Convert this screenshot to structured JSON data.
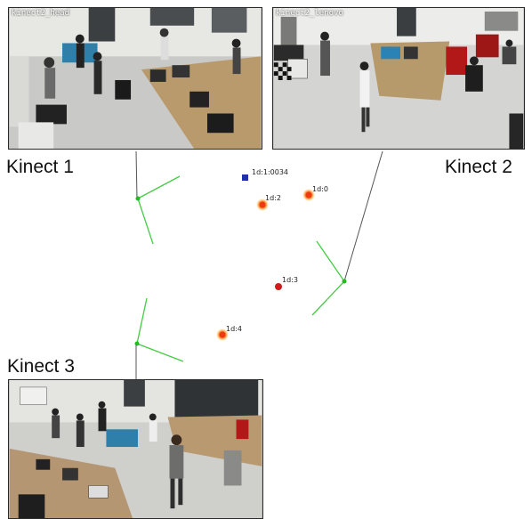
{
  "cameras": [
    {
      "id": "cam1",
      "title": "kinect2_head",
      "caption": "Kinect 1"
    },
    {
      "id": "cam2",
      "title": "kinect2_lenovo",
      "caption": "Kinect 2"
    },
    {
      "id": "cam3",
      "title": "",
      "caption": "Kinect 3"
    }
  ],
  "tracks": [
    {
      "label": "1d:1:0034",
      "color": "#1f2fb0"
    },
    {
      "label": "1d:2",
      "color": "#ee3a12"
    },
    {
      "label": "1d:0",
      "color": "#ee3a12"
    },
    {
      "label": "1d:3",
      "color": "#d11a1a"
    },
    {
      "label": "1d:4",
      "color": "#ee3a12"
    }
  ],
  "colors": {
    "sensor_fov": "#33cc33",
    "sensor_node": "#33cc33",
    "baseline": "#333333"
  }
}
